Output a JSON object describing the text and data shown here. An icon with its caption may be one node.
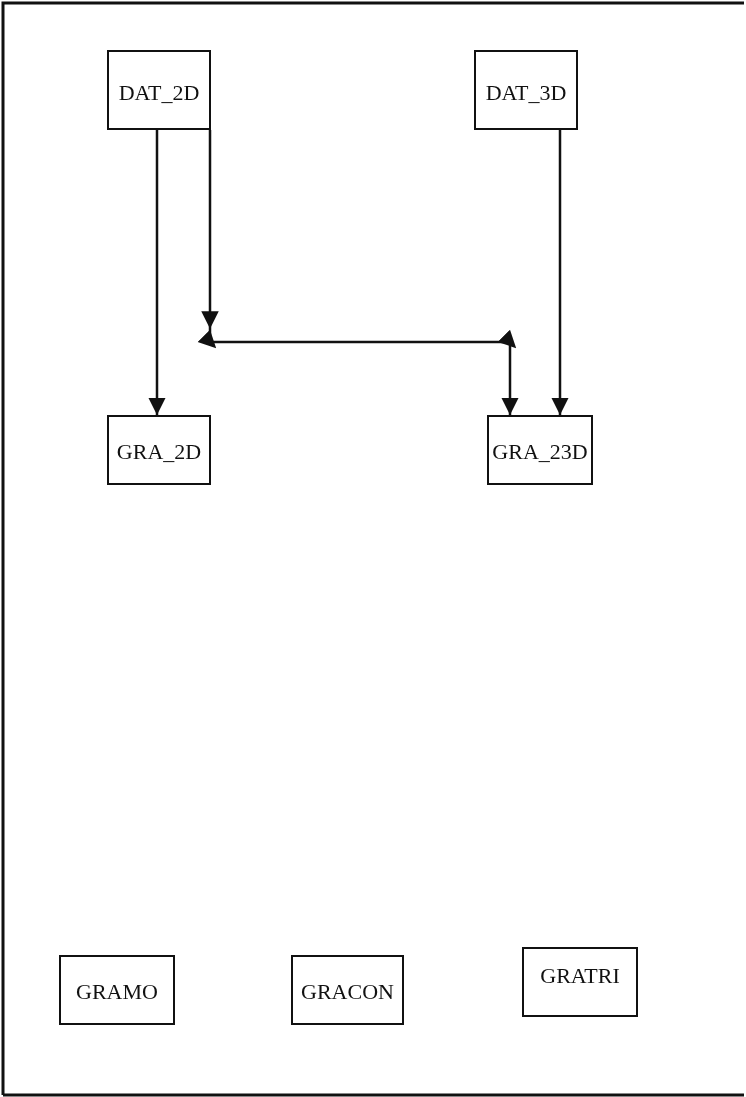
{
  "diagram": {
    "nodes": [
      {
        "text": [
          "DAT_2D"
        ]
      },
      {
        "text": [
          "DAT_3D"
        ]
      },
      {
        "text": [
          "GRA_2D"
        ]
      },
      {
        "text": [
          "GRA_23D"
        ]
      },
      {
        "text": [
          "GRAMO"
        ]
      },
      {
        "text": [
          "GRACON"
        ]
      },
      {
        "text": [
          "GRATRI"
        ]
      }
    ],
    "edges": [
      {
        "from": 0,
        "to": 2,
        "arrow": "to"
      },
      {
        "from": 0,
        "to": 3,
        "arrow": "to"
      },
      {
        "from": 1,
        "to": 3,
        "arrow": "to"
      }
    ]
  }
}
